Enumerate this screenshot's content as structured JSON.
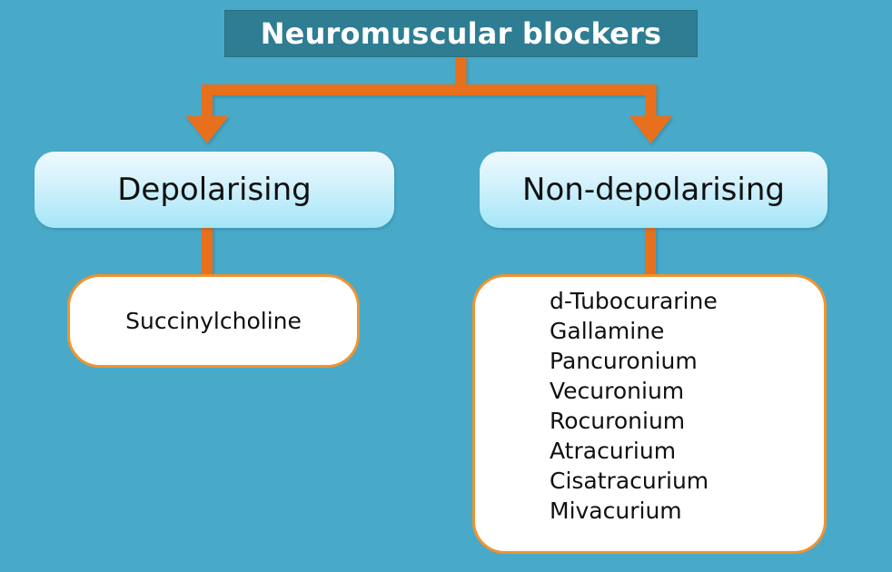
{
  "diagram": {
    "type": "hierarchy-flowchart",
    "title": "Neuromuscular blockers",
    "background_color": "#48aac8",
    "root": {
      "label": "Neuromuscular blockers",
      "fill_color": "#2e7d92",
      "text_color": "#ffffff"
    },
    "connector_color": "#e8701a",
    "branches": [
      {
        "id": "depolarising",
        "label": "Depolarising",
        "fill_gradient_top": "#eef9fe",
        "fill_gradient_bottom": "#a3e6f7",
        "drugs": [
          "Succinylcholine"
        ]
      },
      {
        "id": "non-depolarising",
        "label": "Non-depolarising",
        "fill_gradient_top": "#eef9fe",
        "fill_gradient_bottom": "#a3e6f7",
        "drugs": [
          "d-Tubocurarine",
          "Gallamine",
          "Pancuronium",
          "Vecuronium",
          "Rocuronium",
          "Atracurium",
          "Cisatracurium",
          "Mivacurium"
        ]
      }
    ],
    "drug_box_border_color": "#f0932f",
    "drug_box_fill_color": "#ffffff"
  }
}
